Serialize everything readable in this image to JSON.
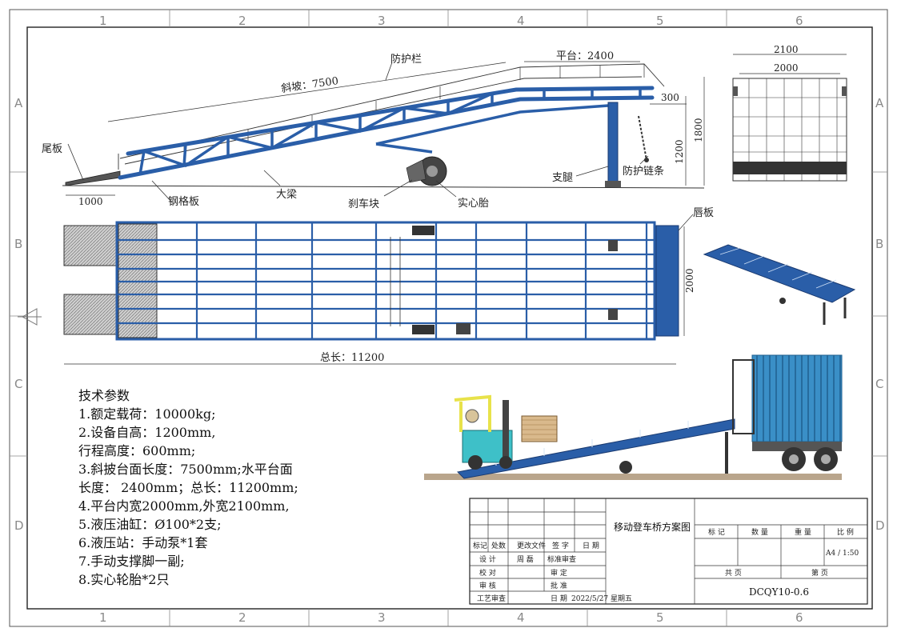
{
  "grid": {
    "columns": [
      "1",
      "2",
      "3",
      "4",
      "5",
      "6"
    ],
    "rows": [
      "A",
      "B",
      "C",
      "D"
    ]
  },
  "labels": {
    "guardrail": "防护栏",
    "ramp": "斜坡：7500",
    "platform": "平台：2400",
    "tailboard": "尾板",
    "tail_len": "1000",
    "steel_grating": "钢格板",
    "main_beam": "大梁",
    "brake_block": "刹车块",
    "solid_tire": "实心胎",
    "support_leg": "支腿",
    "guard_chain": "防护链条",
    "lip_plate": "唇板",
    "total_length": "总长：11200",
    "dim_300": "300",
    "dim_1200": "1200",
    "dim_1800": "1800",
    "dim_2000_side": "2000",
    "dim_2100": "2100",
    "dim_2000_top": "2000"
  },
  "tech_params": {
    "heading": "技术参数",
    "lines": [
      "1.额定载荷：10000kg;",
      "2.设备自高：1200mm,",
      "行程高度：600mm;",
      "3.斜披台面长度：7500mm;水平台面",
      "长度：   2400mm；总长：11200mm;",
      "4.平台内宽2000mm,外宽2100mm,",
      "5.液压油缸：Ø100*2支;",
      "6.液压站：手动泵*1套",
      "7.手动支撑脚一副;",
      "8.实心轮胎*2只"
    ]
  },
  "title_block": {
    "drawing_title": "移动登车桥方案图",
    "rev_mark": "标记",
    "rev_count": "处数",
    "rev_doc": "更改文件",
    "rev_sign": "签 字",
    "rev_date": "日 期",
    "design": "设 计",
    "designer": "周 磊",
    "std_review": "标准审查",
    "check": "校 对",
    "approve_set": "审 定",
    "review": "审 核",
    "approve": "批 准",
    "process_review": "工艺审查",
    "date_label": "日 期",
    "date_value": "2022/5/27 星期五",
    "mark_h": "标 记",
    "qty_h": "数 量",
    "weight_h": "重 量",
    "scale_h": "比 例",
    "scale_value": "A4 / 1:50",
    "sheets_total": "共 页",
    "sheet_no": "第 页",
    "drawing_no": "DCQY10-0.6"
  },
  "colors": {
    "frame_blue": "#2a5ea8",
    "dark": "#333333",
    "container": "#3a8fc7",
    "grey": "#8a8a8a"
  }
}
